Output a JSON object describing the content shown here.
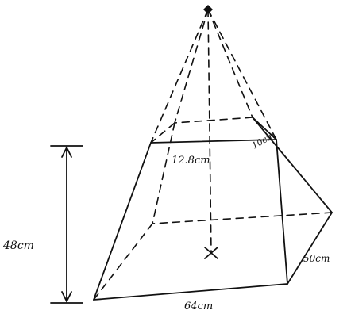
{
  "labels": {
    "height": "48cm",
    "top_length": "12.8cm",
    "top_width": "10cm",
    "base_length": "64cm",
    "base_width": "50cm"
  },
  "colors": {
    "ink": "#111111",
    "paper": "#ffffff"
  }
}
